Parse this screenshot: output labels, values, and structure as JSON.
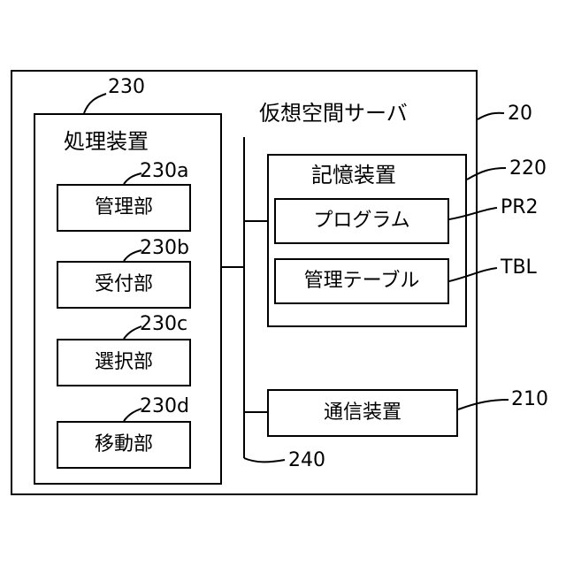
{
  "server": {
    "title": "仮想空間サーバ",
    "ref": "20"
  },
  "processing": {
    "title": "処理装置",
    "ref": "230",
    "units": [
      {
        "label": "管理部",
        "ref": "230a"
      },
      {
        "label": "受付部",
        "ref": "230b"
      },
      {
        "label": "選択部",
        "ref": "230c"
      },
      {
        "label": "移動部",
        "ref": "230d"
      }
    ]
  },
  "storage": {
    "title": "記憶装置",
    "ref": "220",
    "program": {
      "label": "プログラム",
      "ref": "PR2"
    },
    "table": {
      "label": "管理テーブル",
      "ref": "TBL"
    }
  },
  "communication": {
    "label": "通信装置",
    "ref": "210"
  },
  "bus": {
    "ref": "240"
  }
}
